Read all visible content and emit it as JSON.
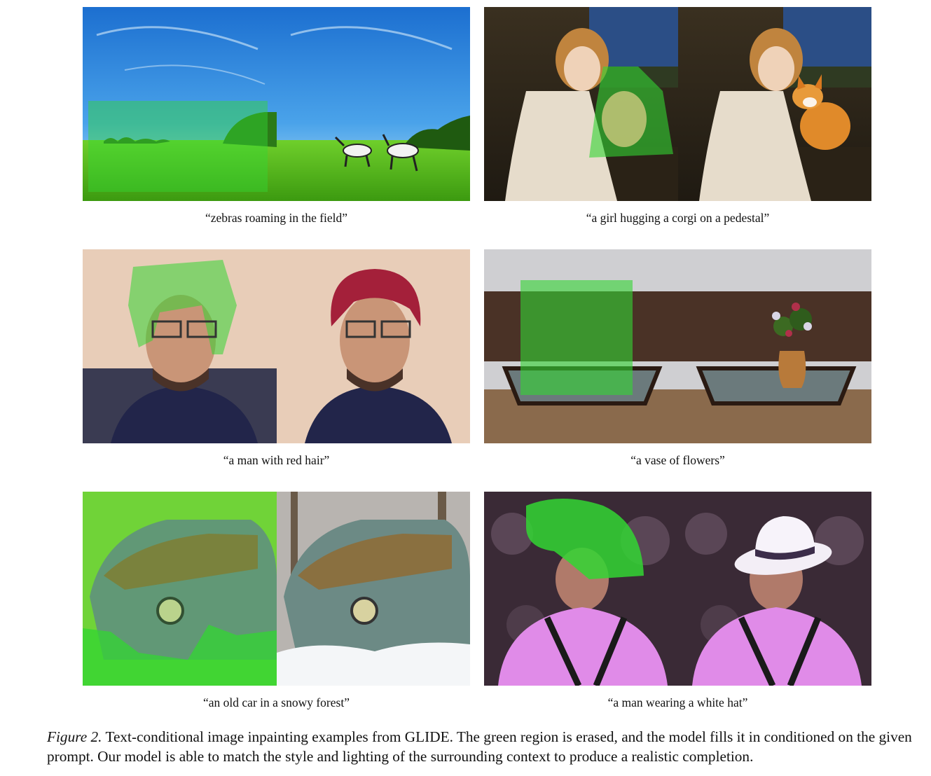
{
  "figure": {
    "label": "Figure 2.",
    "caption_text": "Text-conditional image inpainting examples from GLIDE. The green region is erased, and the model fills it in conditioned on the given prompt. Our model is able to match the style and lighting of the surrounding context to produce a realistic completion."
  },
  "examples": [
    {
      "prompt": "“zebras roaming in the field”"
    },
    {
      "prompt": "“a girl hugging a corgi on a pedestal”"
    },
    {
      "prompt": "“a man with red hair”"
    },
    {
      "prompt": "“a vase of flowers”"
    },
    {
      "prompt": "“an old car in a snowy forest”"
    },
    {
      "prompt": "“a man wearing a white hat”"
    }
  ],
  "colors": {
    "mask_green": "#33d633",
    "text": "#111111"
  }
}
